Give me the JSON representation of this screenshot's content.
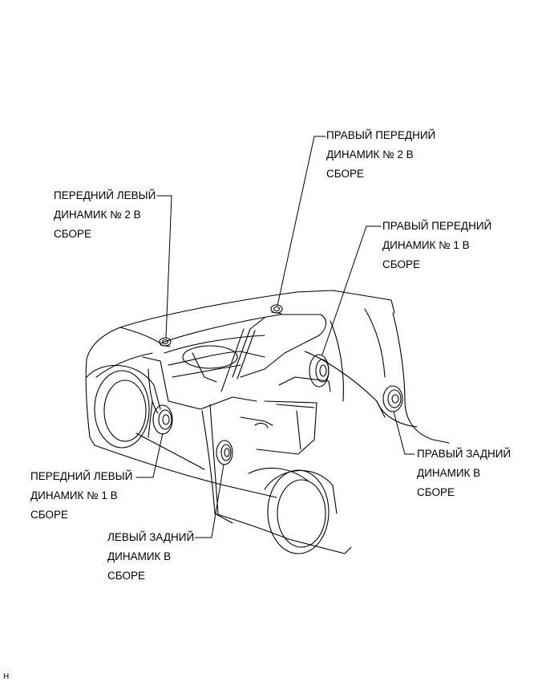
{
  "labels": {
    "front_left_2": [
      "ПЕРЕДНИЙ ЛЕВЫЙ",
      "ДИНАМИК № 2 В",
      "СБОРЕ"
    ],
    "front_right_2": [
      "ПРАВЫЙ ПЕРЕДНИЙ",
      "ДИНАМИК № 2 В",
      "СБОРЕ"
    ],
    "front_right_1": [
      "ПРАВЫЙ ПЕРЕДНИЙ",
      "ДИНАМИК № 1 В",
      "СБОРЕ"
    ],
    "rear_right": [
      "ПРАВЫЙ ЗАДНИЙ",
      "ДИНАМИК В",
      "СБОРЕ"
    ],
    "front_left_1": [
      "ПЕРЕДНИЙ ЛЕВЫЙ",
      "ДИНАМИК № 1 В",
      "СБОРЕ"
    ],
    "rear_left": [
      "ЛЕВЫЙ ЗАДНИЙ",
      "ДИНАМИК В",
      "СБОРЕ"
    ]
  },
  "corner_code": "H"
}
